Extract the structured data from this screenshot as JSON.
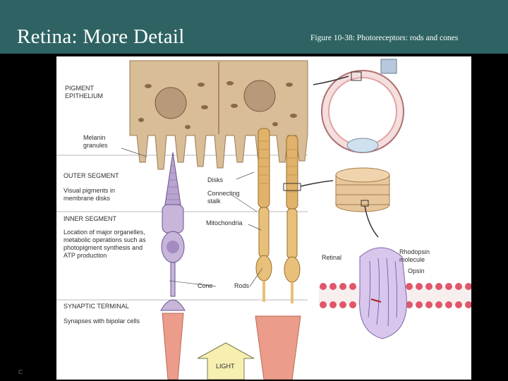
{
  "slide": {
    "title": "Retina: More Detail",
    "caption": "Figure 10-38: Photoreceptors: rods and cones",
    "copyright_mark": "C"
  },
  "figure": {
    "label_pigment_1": "PIGMENT",
    "label_pigment_2": "EPITHELIUM",
    "label_melanin_1": "Melanin",
    "label_melanin_2": "granules",
    "label_outer_segment": "OUTER SEGMENT",
    "label_visual_1": "Visual pigments in",
    "label_visual_2": "membrane disks",
    "label_disks": "Disks",
    "label_connecting_1": "Connecting",
    "label_connecting_2": "stalk",
    "label_inner_segment": "INNER SEGMENT",
    "label_location_1": "Location of major organelles,",
    "label_location_2": "metabolic operations such as",
    "label_location_3": "photopigment synthesis and",
    "label_location_4": "ATP production",
    "label_mitochondria": "Mitochondria",
    "label_cone": "Cone",
    "label_rods": "Rods",
    "label_synaptic": "SYNAPTIC TERMINAL",
    "label_synapses": "Synapses with bipolar cells",
    "label_light": "LIGHT",
    "label_retinal": "Retinal",
    "label_rhodopsin_1": "Rhodopsin",
    "label_rhodopsin_2": "molecule",
    "label_opsin": "Opsin",
    "colors": {
      "epithelium": "#d8bd97",
      "cone": "#b9a3cf",
      "rod": "#e1b26a",
      "bipolar": "#ec9c8b",
      "lipid_head": "#e0566a",
      "rhodopsin": "#d8c6ec"
    }
  }
}
